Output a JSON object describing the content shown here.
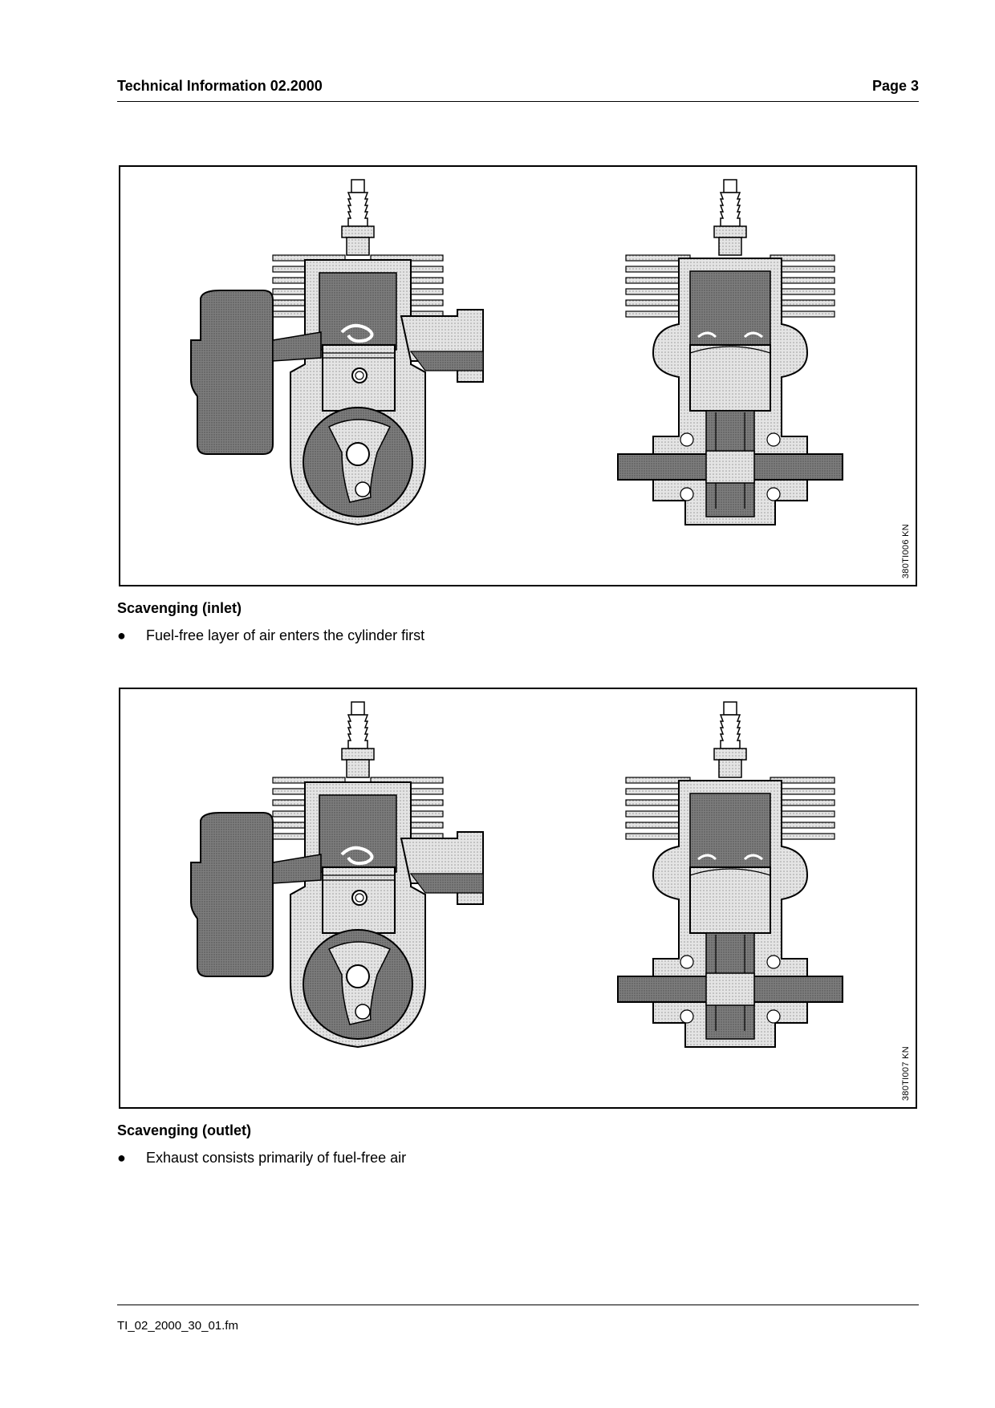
{
  "header": {
    "title": "Technical Information  02.2000",
    "page": "Page 3"
  },
  "figures": [
    {
      "code": "380TI006 KN",
      "caption": "Scavenging (inlet)",
      "bullet": "Fuel-free layer of air enters the cylinder first"
    },
    {
      "code": "380TI007 KN",
      "caption": "Scavenging (outlet)",
      "bullet": "Exhaust consists primarily of fuel-free air"
    }
  ],
  "bullet_symbol": "●",
  "footer": {
    "filename": "TI_02_2000_30_01.fm"
  },
  "colors": {
    "fill_light": "#dcdcdc",
    "fill_dark": "#7a7a7a",
    "outline": "#000000"
  }
}
